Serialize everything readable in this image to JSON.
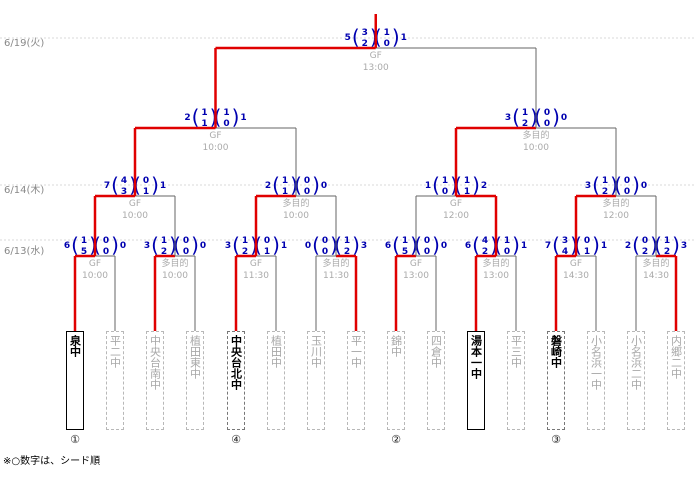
{
  "dates": [
    "6/19(火)",
    "6/14(木)",
    "6/13(水)"
  ],
  "teams": [
    {
      "name": "泉中",
      "style": "solid",
      "seed": "①"
    },
    {
      "name": "平二中",
      "style": "grey",
      "seed": ""
    },
    {
      "name": "中央台南中",
      "style": "grey",
      "seed": ""
    },
    {
      "name": "植田東中",
      "style": "grey",
      "seed": ""
    },
    {
      "name": "中央台北中",
      "style": "dashed",
      "seed": "④"
    },
    {
      "name": "植田中",
      "style": "grey",
      "seed": ""
    },
    {
      "name": "玉川中",
      "style": "grey",
      "seed": ""
    },
    {
      "name": "平一中",
      "style": "grey",
      "seed": ""
    },
    {
      "name": "錦中",
      "style": "grey",
      "seed": "②"
    },
    {
      "name": "四倉中",
      "style": "grey",
      "seed": ""
    },
    {
      "name": "湯本一中",
      "style": "solid",
      "seed": ""
    },
    {
      "name": "平三中",
      "style": "grey",
      "seed": ""
    },
    {
      "name": "磐崎中",
      "style": "dashed",
      "seed": "③"
    },
    {
      "name": "小名浜一中",
      "style": "grey",
      "seed": ""
    },
    {
      "name": "小名浜二中",
      "style": "grey",
      "seed": ""
    },
    {
      "name": "内郷二中",
      "style": "grey",
      "seed": ""
    }
  ],
  "matches": [
    {
      "round": 1,
      "venue": "GF",
      "time": "10:00",
      "ls": "6",
      "rs": "0",
      "inn": [
        "1",
        "5",
        "0",
        "0"
      ],
      "w": "L"
    },
    {
      "round": 1,
      "venue": "多目的",
      "time": "10:00",
      "ls": "3",
      "rs": "0",
      "inn": [
        "1",
        "2",
        "0",
        "0"
      ],
      "w": "L"
    },
    {
      "round": 1,
      "venue": "GF",
      "time": "11:30",
      "ls": "3",
      "rs": "1",
      "inn": [
        "1",
        "2",
        "0",
        "1"
      ],
      "w": "L"
    },
    {
      "round": 1,
      "venue": "多目的",
      "time": "11:30",
      "ls": "0",
      "rs": "3",
      "inn": [
        "0",
        "0",
        "1",
        "2"
      ],
      "w": "R"
    },
    {
      "round": 1,
      "venue": "GF",
      "time": "13:00",
      "ls": "6",
      "rs": "0",
      "inn": [
        "1",
        "5",
        "0",
        "0"
      ],
      "w": "L"
    },
    {
      "round": 1,
      "venue": "多目的",
      "time": "13:00",
      "ls": "6",
      "rs": "1",
      "inn": [
        "4",
        "2",
        "1",
        "0"
      ],
      "w": "L"
    },
    {
      "round": 1,
      "venue": "GF",
      "time": "14:30",
      "ls": "7",
      "rs": "1",
      "inn": [
        "3",
        "4",
        "0",
        "1"
      ],
      "w": "L"
    },
    {
      "round": 1,
      "venue": "多目的",
      "time": "14:30",
      "ls": "2",
      "rs": "3",
      "inn": [
        "0",
        "2",
        "1",
        "2"
      ],
      "w": "R"
    },
    {
      "round": 2,
      "venue": "GF",
      "time": "10:00",
      "ls": "7",
      "rs": "1",
      "inn": [
        "4",
        "3",
        "0",
        "1"
      ],
      "w": "L"
    },
    {
      "round": 2,
      "venue": "多目的",
      "time": "10:00",
      "ls": "2",
      "rs": "0",
      "inn": [
        "1",
        "1",
        "0",
        "0"
      ],
      "w": "L"
    },
    {
      "round": 2,
      "venue": "GF",
      "time": "12:00",
      "ls": "1",
      "rs": "2",
      "inn": [
        "1",
        "0",
        "1",
        "1"
      ],
      "w": "R"
    },
    {
      "round": 2,
      "venue": "多目的",
      "time": "12:00",
      "ls": "3",
      "rs": "0",
      "inn": [
        "1",
        "2",
        "0",
        "0"
      ],
      "w": "L"
    },
    {
      "round": 3,
      "venue": "GF",
      "time": "10:00",
      "ls": "2",
      "rs": "1",
      "inn": [
        "1",
        "1",
        "1",
        "0"
      ],
      "w": "L"
    },
    {
      "round": 3,
      "venue": "多目的",
      "time": "10:00",
      "ls": "3",
      "rs": "0",
      "inn": [
        "1",
        "2",
        "0",
        "0"
      ],
      "w": "L"
    },
    {
      "round": 4,
      "venue": "GF",
      "time": "13:00",
      "ls": "5",
      "rs": "1",
      "inn": [
        "3",
        "2",
        "1",
        "0"
      ],
      "w": "L"
    }
  ],
  "note": "※○数字は、シード順"
}
